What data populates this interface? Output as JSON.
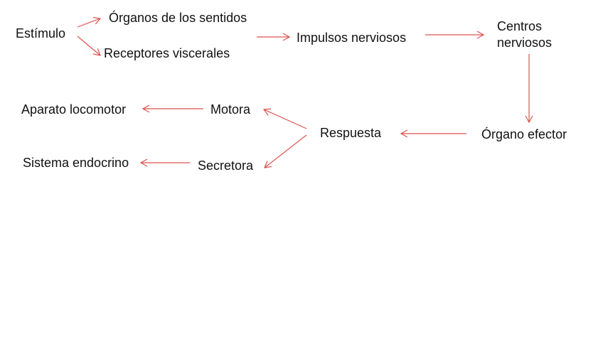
{
  "nodes": {
    "estimulo": "Estímulo",
    "organos_sentidos": "Órganos de los sentidos",
    "receptores_viscerales": "Receptores viscerales",
    "impulsos_nerviosos": "Impulsos nerviosos",
    "centros_nerviosos_1": "Centros",
    "centros_nerviosos_2": "nerviosos",
    "organo_efector": "Órgano efector",
    "respuesta": "Respuesta",
    "motora": "Motora",
    "secretora": "Secretora",
    "aparato_locomotor": "Aparato locomotor",
    "sistema_endocrino": "Sistema endocrino"
  },
  "colors": {
    "arrow": "#d9534f",
    "text": "#111111"
  }
}
